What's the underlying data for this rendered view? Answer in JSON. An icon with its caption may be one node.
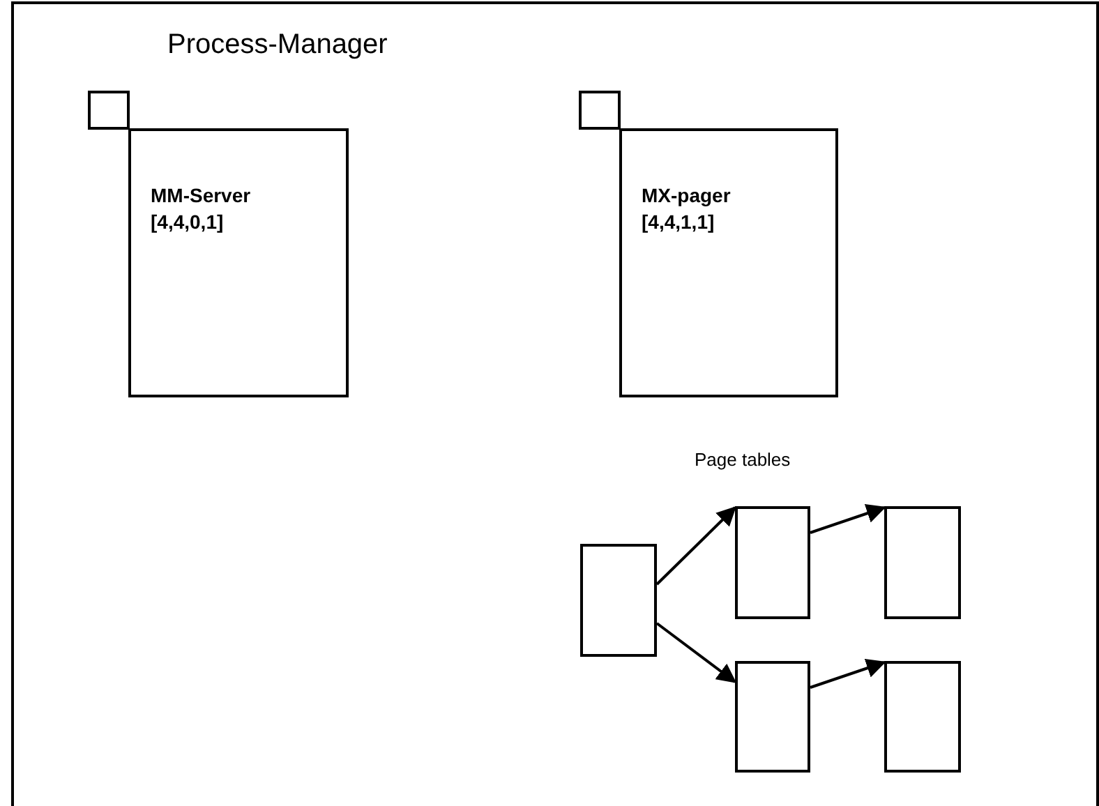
{
  "diagram": {
    "nodes": [
      {
        "text": [
          "Process-Manager"
        ]
      },
      {
        "text": [
          "MM-Server",
          "[4,4,0,1]"
        ],
        "in": 0
      },
      {
        "text": [
          "MX-pager",
          "[4,4,1,1]"
        ],
        "in": 0
      },
      {
        "text": [],
        "shape": "box",
        "in": 0
      },
      {
        "text": [],
        "shape": "box",
        "in": 0
      },
      {
        "text": [],
        "shape": "box",
        "in": 0
      },
      {
        "text": [],
        "shape": "box",
        "in": 0
      },
      {
        "text": [],
        "shape": "box",
        "in": 0
      }
    ],
    "edges": [
      {
        "from": 3,
        "to": 4,
        "arrow": "to"
      },
      {
        "from": 3,
        "to": 6,
        "arrow": "to"
      },
      {
        "from": 4,
        "to": 5,
        "arrow": "to"
      },
      {
        "from": 6,
        "to": 7,
        "arrow": "to"
      }
    ],
    "labels": [
      "Page tables"
    ]
  }
}
